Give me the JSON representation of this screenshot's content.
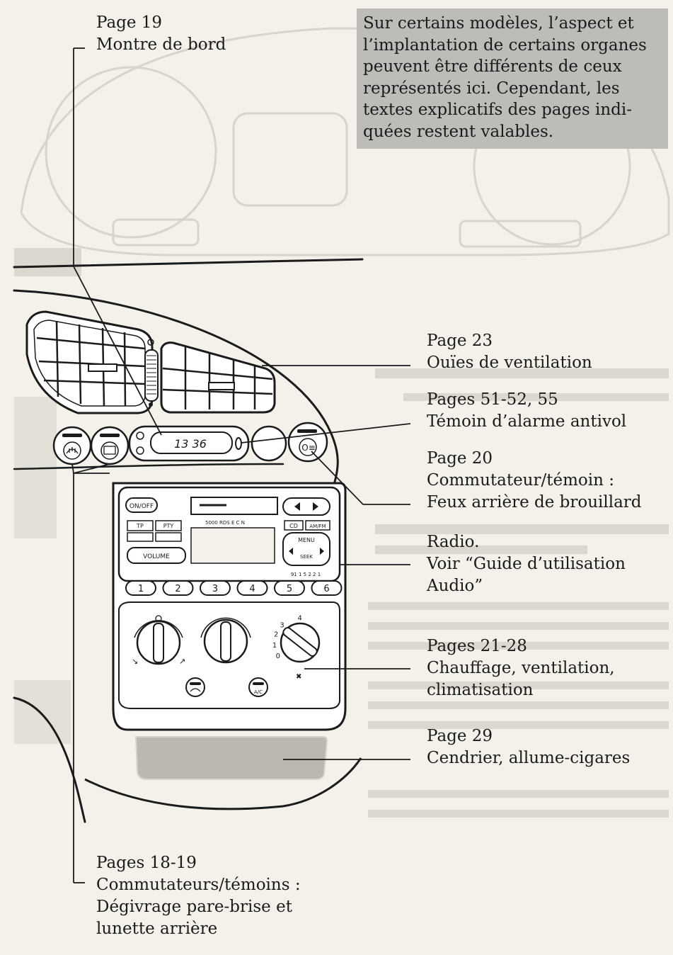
{
  "note": {
    "lines": [
      "Sur certains modèles, l’aspect et",
      "l’implantation de certains organes",
      "peuvent être différents de ceux",
      "représentés ici. Cependant, les",
      "textes explicatifs des pages indi-",
      "quées restent valables."
    ]
  },
  "callouts": {
    "clock": {
      "page": "Page 19",
      "text": "Montre de bord"
    },
    "vents": {
      "page": "Page 23",
      "text": "Ouïes de ventilation"
    },
    "alarm": {
      "page": "Pages 51-52, 55",
      "text": "Témoin d’alarme antivol"
    },
    "fog": {
      "page": "Page 20",
      "line1": "Commutateur/témoin :",
      "line2": "Feux arrière de brouillard"
    },
    "radio": {
      "page": "Radio.",
      "line1": "Voir “Guide d’utilisation",
      "line2": "Audio”"
    },
    "heating": {
      "page": "Pages 21-28",
      "line1": "Chauffage, ventilation,",
      "line2": "climatisation"
    },
    "ashtray": {
      "page": "Page 29",
      "text": "Cendrier, allume-cigares"
    },
    "defrost": {
      "page": "Pages 18-19",
      "line1": "Commutateurs/témoins :",
      "line2": "Dégivrage pare-brise et",
      "line3": "lunette arrière"
    }
  },
  "panel": {
    "clock_display": "13 36",
    "radio": {
      "onoff": "ON/OFF",
      "model": "5000 RDS E C N",
      "serial": "91 1 5 2 2 1",
      "tp": "TP",
      "pty": "PTY",
      "volume": "VOLUME",
      "cd": "CD",
      "amfm": "AM/FM",
      "menu": "MENU",
      "seek": "SEEK",
      "presets": [
        "1",
        "2",
        "3",
        "4",
        "5",
        "6"
      ]
    },
    "climate": {
      "fan_scale": [
        "0",
        "1",
        "2",
        "3",
        "4"
      ],
      "ac": "A/C"
    }
  }
}
